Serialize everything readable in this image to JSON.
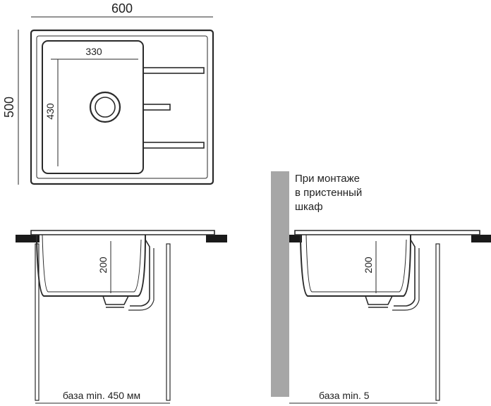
{
  "top_view": {
    "width_label": "600",
    "height_label": "500",
    "bowl_width_label": "330",
    "bowl_height_label": "430"
  },
  "section_left": {
    "depth_label": "200",
    "base_label": "база min. 450 мм"
  },
  "section_right": {
    "depth_label": "200",
    "note_lines": [
      "При монтаже",
      "в пристенный",
      "шкаф"
    ],
    "base_label": "база min. 5"
  },
  "colors": {
    "stroke": "#2a2a2a",
    "wall_fill": "#a6a6a6",
    "counter_fill": "#1a1a1a"
  }
}
